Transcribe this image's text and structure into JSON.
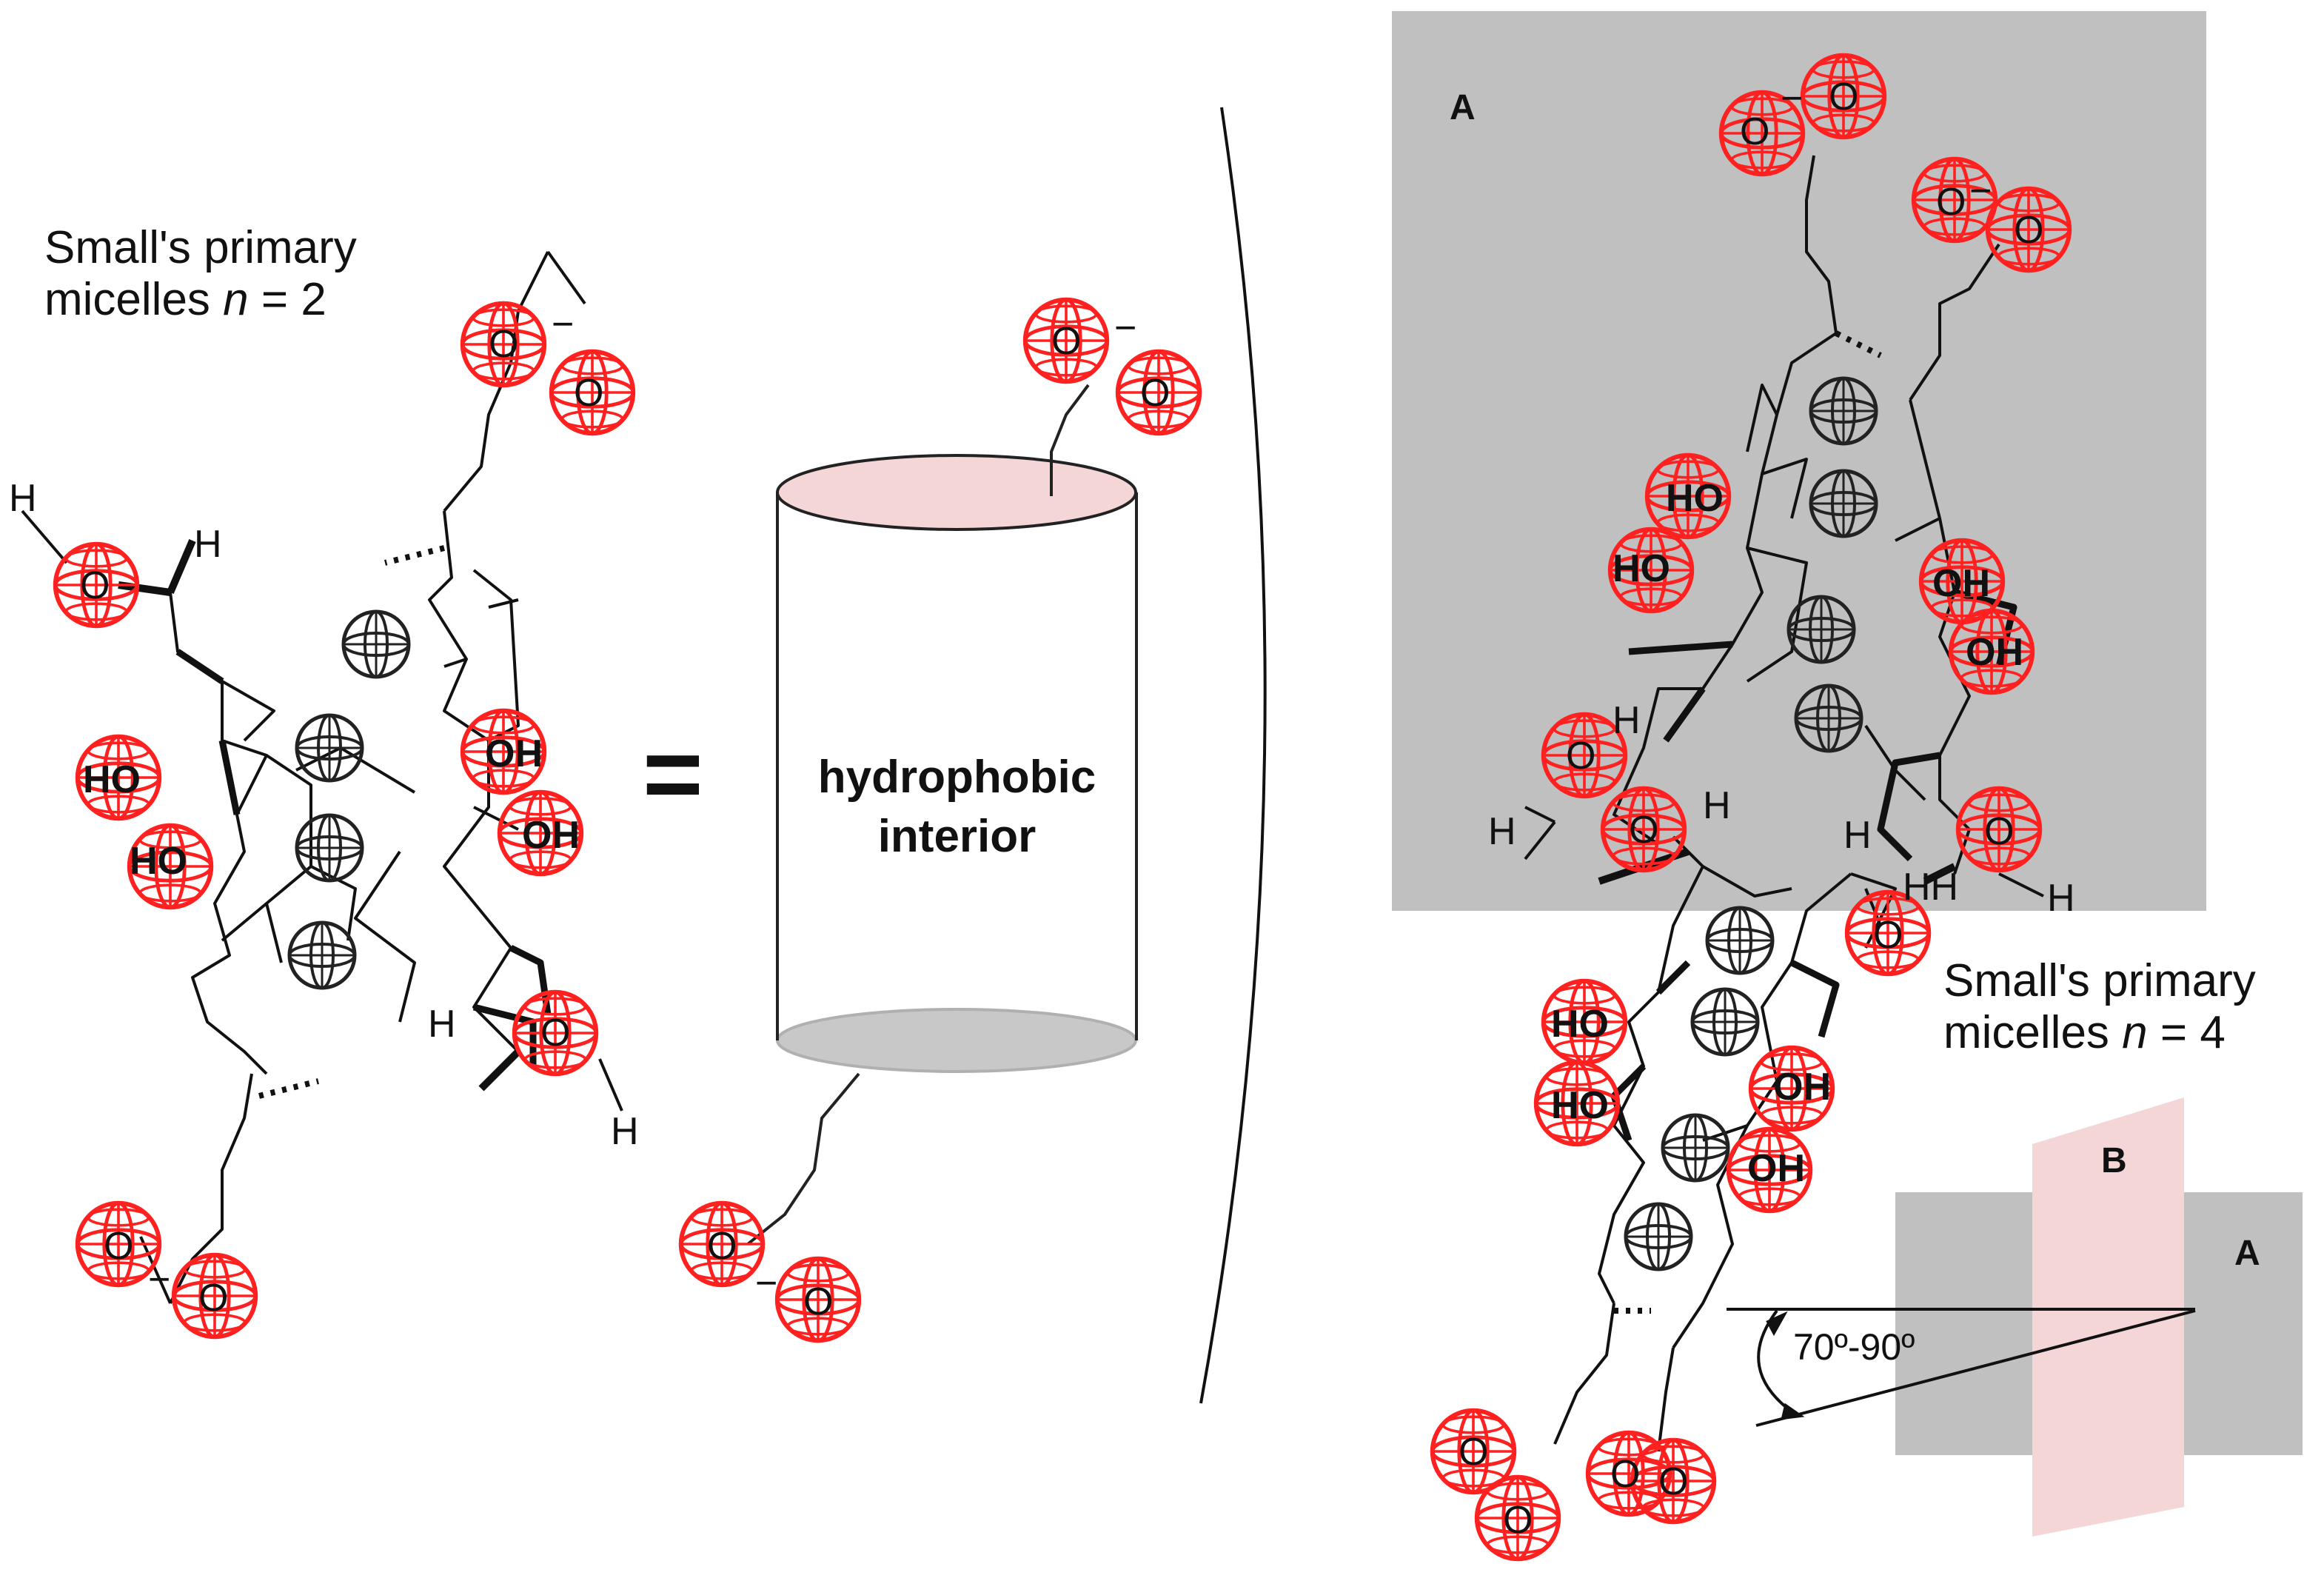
{
  "left_panel": {
    "caption_line1": "Small's primary",
    "caption_line2_prefix": "micelles ",
    "caption_n": "n",
    "caption_line2_suffix": " = 2"
  },
  "equals_sign": "=",
  "cylinder": {
    "line1": "hydrophobic",
    "line2": "interior",
    "top_color": "#f5d6d6",
    "bottom_color": "#c8c8c8"
  },
  "right_panel": {
    "plane_a_label": "A",
    "plane_a_color": "#c0c0c0",
    "caption_line1": "Small's primary",
    "caption_line2_prefix": "micelles ",
    "caption_n": "n",
    "caption_line2_suffix": " = 4"
  },
  "inset": {
    "plane_a_label": "A",
    "plane_b_label": "B",
    "angle_label": "70º-90º",
    "plane_a_color": "#c0c0c0",
    "plane_b_color": "#f5d6d6"
  },
  "atom_labels": {
    "hydrogen": "H",
    "oxygen": "O",
    "hydroxyl_left": "HO",
    "hydroxyl_right": "OH",
    "double_h": "HH",
    "charge": "−"
  },
  "colors": {
    "oxygen_sphere": "#ff2020",
    "methyl_sphere": "#222222",
    "bond": "#111111"
  }
}
